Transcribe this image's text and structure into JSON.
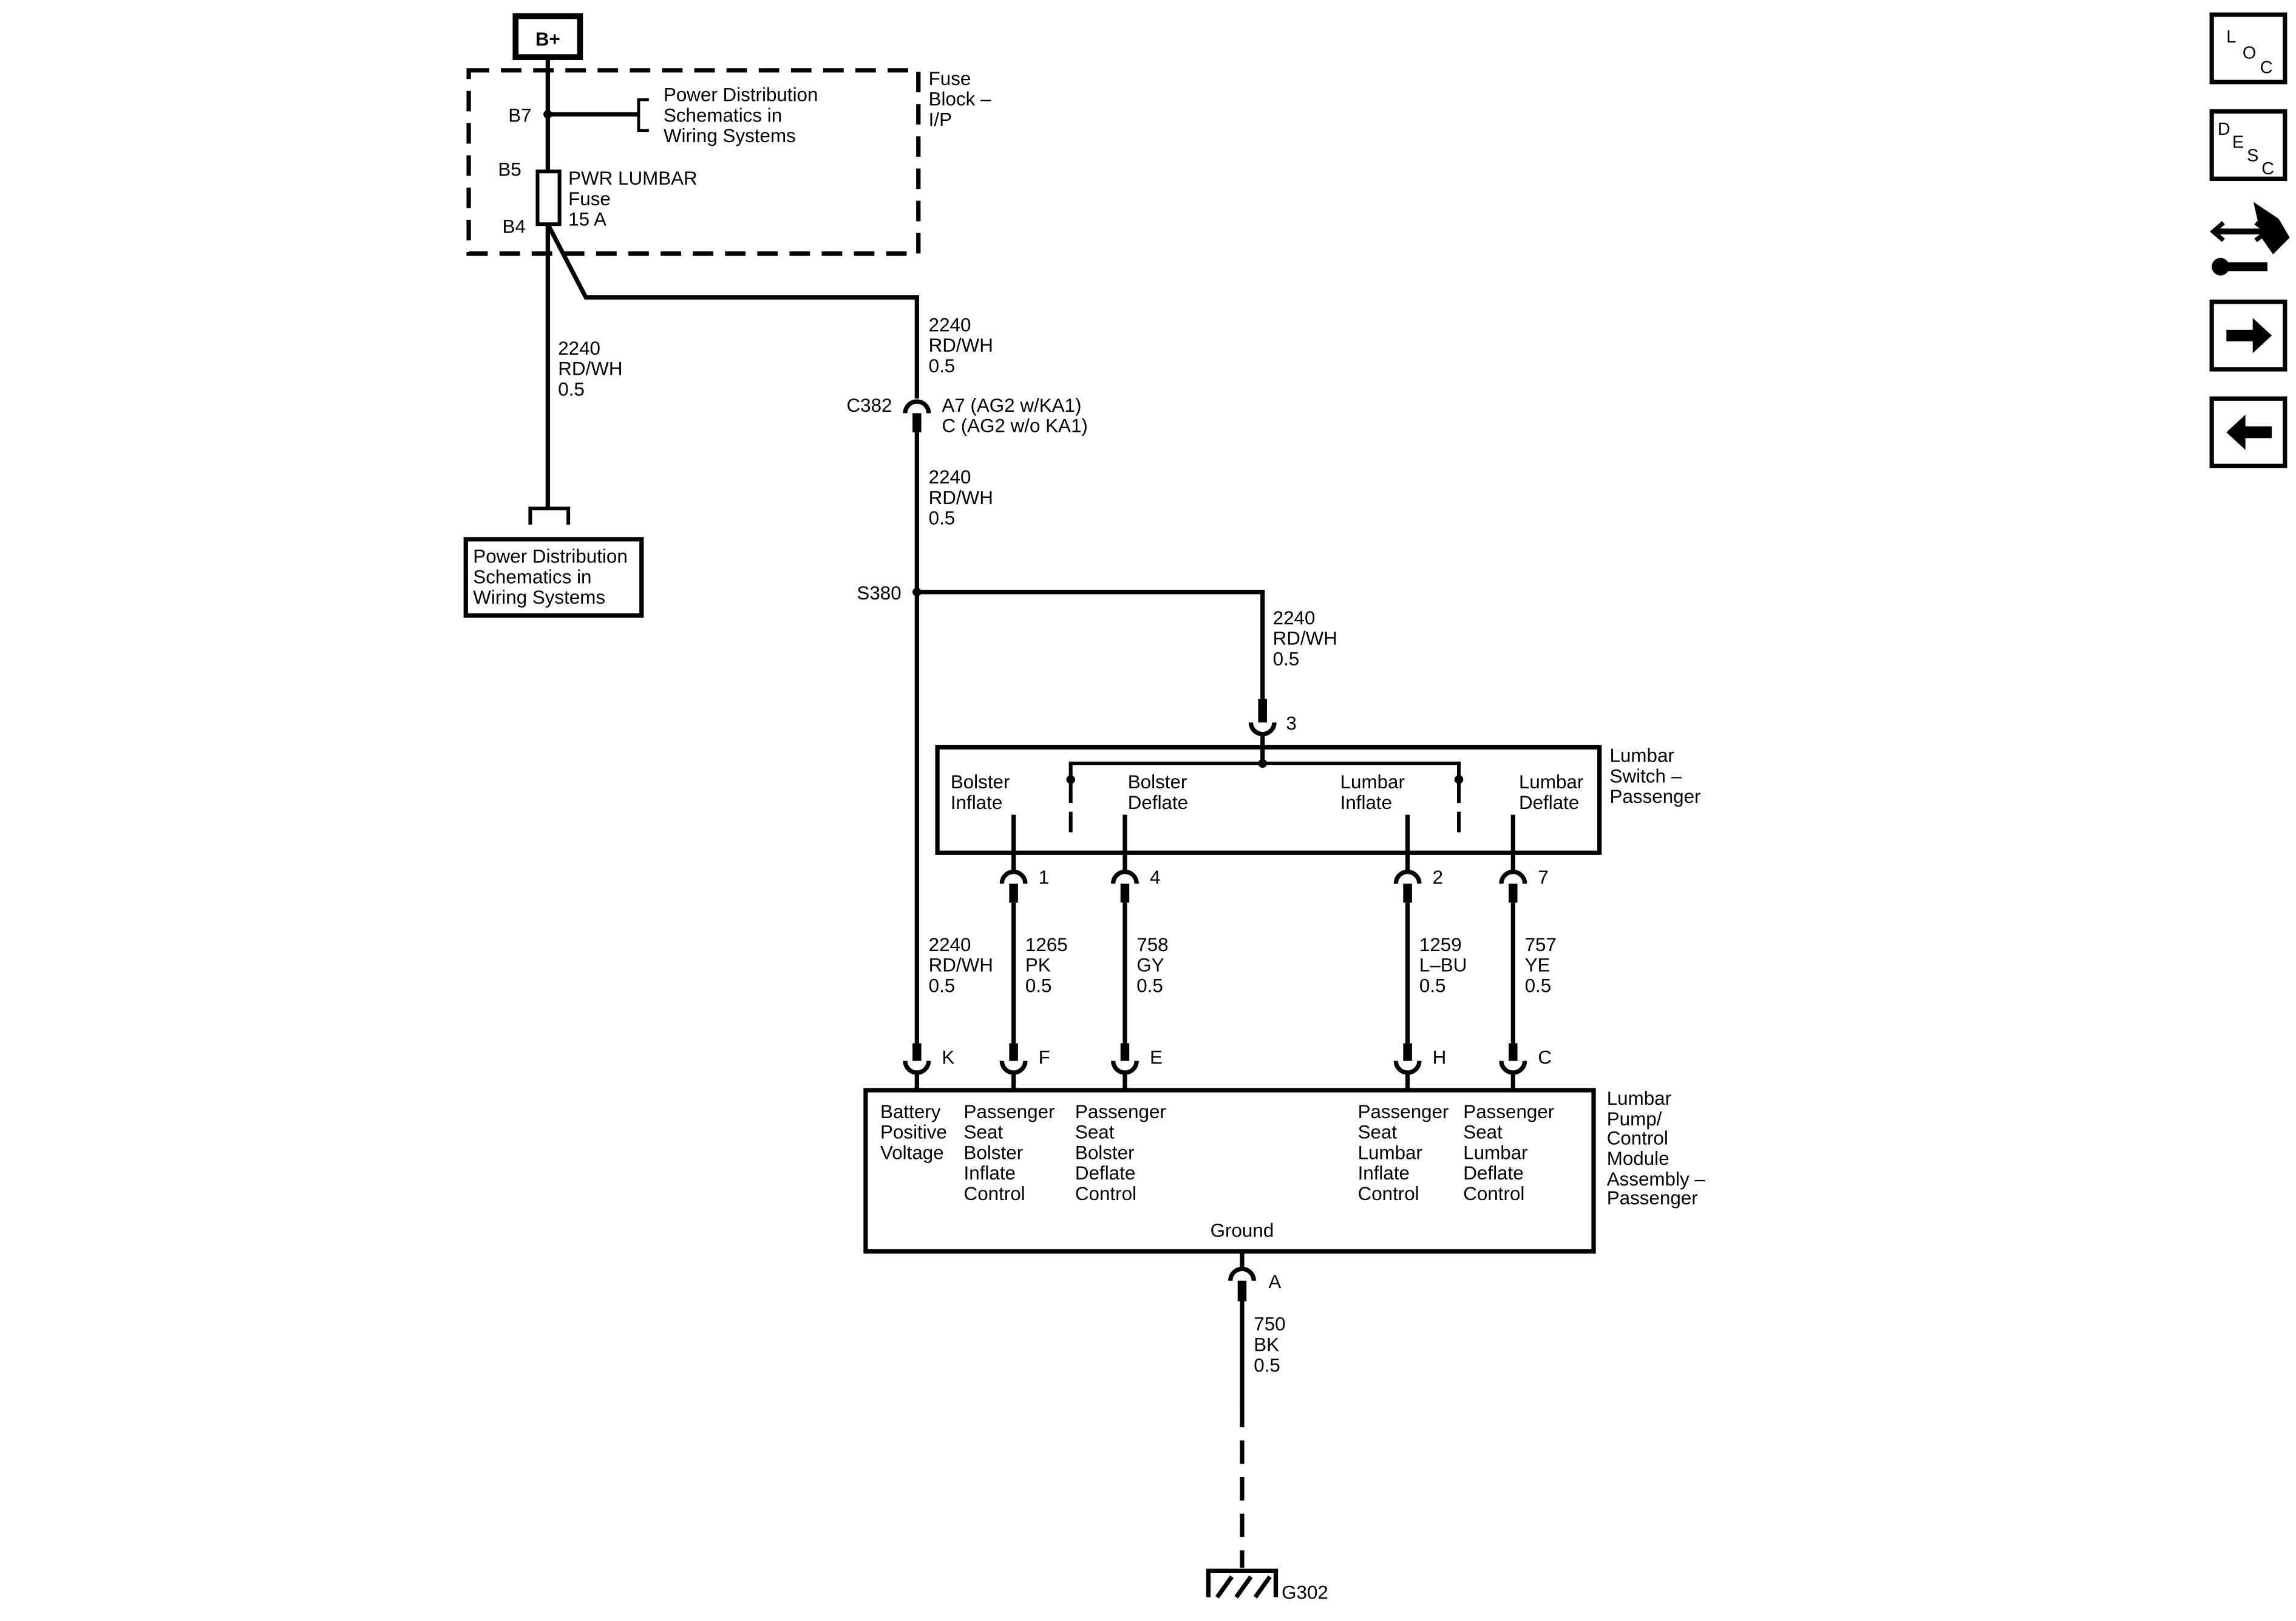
{
  "battery": {
    "label": "B+"
  },
  "fuse_block": {
    "label": [
      "Fuse",
      "Block –",
      "I/P"
    ],
    "pin_b7": "B7",
    "pin_b5": "B5",
    "pin_b4": "B4",
    "ref_text": [
      "Power Distribution",
      "Schematics in",
      "Wiring Systems"
    ],
    "fuse_label": [
      "PWR LUMBAR",
      "Fuse",
      "15 A"
    ]
  },
  "power_dist_box": {
    "text": [
      "Power Distribution",
      "Schematics in",
      "Wiring Systems"
    ]
  },
  "wires": {
    "left_feed": [
      "2240",
      "RD/WH",
      "0.5"
    ],
    "right_feed": [
      "2240",
      "RD/WH",
      "0.5"
    ],
    "after_c382": [
      "2240",
      "RD/WH",
      "0.5"
    ],
    "to_switch": [
      "2240",
      "RD/WH",
      "0.5"
    ],
    "to_pin_k": [
      "2240",
      "RD/WH",
      "0.5"
    ],
    "w1265": [
      "1265",
      "PK",
      "0.5"
    ],
    "w758": [
      "758",
      "GY",
      "0.5"
    ],
    "w1259": [
      "1259",
      "L–BU",
      "0.5"
    ],
    "w757": [
      "757",
      "YE",
      "0.5"
    ],
    "ground": [
      "750",
      "BK",
      "0.5"
    ]
  },
  "connectors": {
    "c382_name": "C382",
    "c382_pins": [
      "A7 (AG2 w/KA1)",
      "C (AG2 w/o KA1)"
    ],
    "s380": "S380",
    "g302": "G302"
  },
  "lumbar_switch": {
    "label": [
      "Lumbar",
      "Switch –",
      "Passenger"
    ],
    "pin_in": "3",
    "bolster_inflate": [
      "Bolster",
      "Inflate"
    ],
    "bolster_deflate": [
      "Bolster",
      "Deflate"
    ],
    "lumbar_inflate": [
      "Lumbar",
      "Inflate"
    ],
    "lumbar_deflate": [
      "Lumbar",
      "Deflate"
    ],
    "pins": [
      "1",
      "4",
      "2",
      "7"
    ]
  },
  "module": {
    "label": [
      "Lumbar",
      "Pump/",
      "Control",
      "Module",
      "Assembly –",
      "Passenger"
    ],
    "pins": [
      "K",
      "F",
      "E",
      "H",
      "C"
    ],
    "ground_pin": "A",
    "batt": [
      "Battery",
      "Positive",
      "Voltage"
    ],
    "bolster_inflate": [
      "Passenger",
      "Seat",
      "Bolster",
      "Inflate",
      "Control"
    ],
    "bolster_deflate": [
      "Passenger",
      "Seat",
      "Bolster",
      "Deflate",
      "Control"
    ],
    "lumbar_inflate": [
      "Passenger",
      "Seat",
      "Lumbar",
      "Inflate",
      "Control"
    ],
    "lumbar_deflate": [
      "Passenger",
      "Seat",
      "Lumbar",
      "Deflate",
      "Control"
    ],
    "ground_label": "Ground"
  },
  "nav": {
    "loc": [
      "L",
      "O",
      "C"
    ],
    "desc": [
      "D",
      "E",
      "S",
      "C"
    ]
  }
}
